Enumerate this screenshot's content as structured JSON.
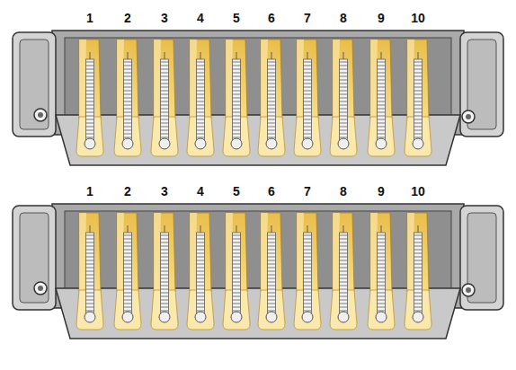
{
  "diagram": {
    "labels": [
      "1",
      "2",
      "3",
      "4",
      "5",
      "6",
      "7",
      "8",
      "9",
      "10",
      "1",
      "2",
      "3",
      "4",
      "5",
      "6",
      "7",
      "8",
      "9",
      "10"
    ]
  }
}
